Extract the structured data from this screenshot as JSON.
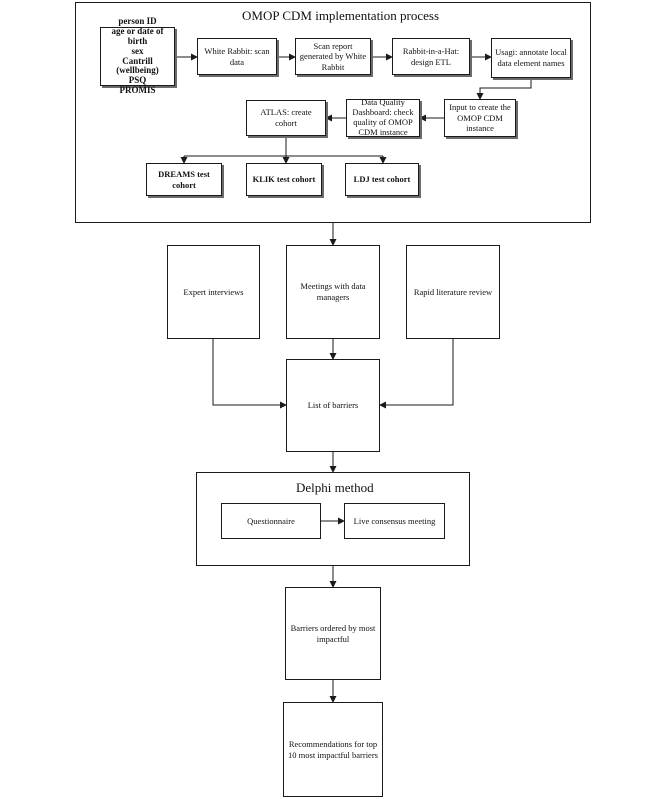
{
  "omop": {
    "title": "OMOP CDM implementation process",
    "data_items": [
      "person ID",
      "age or date of birth",
      "sex",
      "Cantrill (wellbeing)",
      "PSQ",
      "PROMIS"
    ],
    "white_rabbit": "White Rabbit: scan data",
    "scan_report": "Scan report generated by White Rabbit",
    "rabbit_in_a_hat": "Rabbit-in-a-Hat: design ETL",
    "usagi": "Usagi: annotate local data element names",
    "input_cdm": "Input to create the OMOP CDM instance",
    "dq_dashboard": "Data Quality Dashboard: check quality of OMOP CDM instance",
    "atlas": "ATLAS: create cohort",
    "cohorts": [
      "DREAMS test cohort",
      "KLIK test cohort",
      "LDJ test cohort"
    ]
  },
  "sources": {
    "expert_interviews": "Expert interviews",
    "meetings": "Meetings with data managers",
    "literature": "Rapid literature review"
  },
  "list_of_barriers": "List of barriers",
  "delphi": {
    "title": "Delphi method",
    "questionnaire": "Questionnaire",
    "live_meeting": "Live consensus meeting"
  },
  "barriers_ordered": "Barriers ordered by most impactful",
  "recommendations": "Recommendations for top 10 most impactful barriers"
}
